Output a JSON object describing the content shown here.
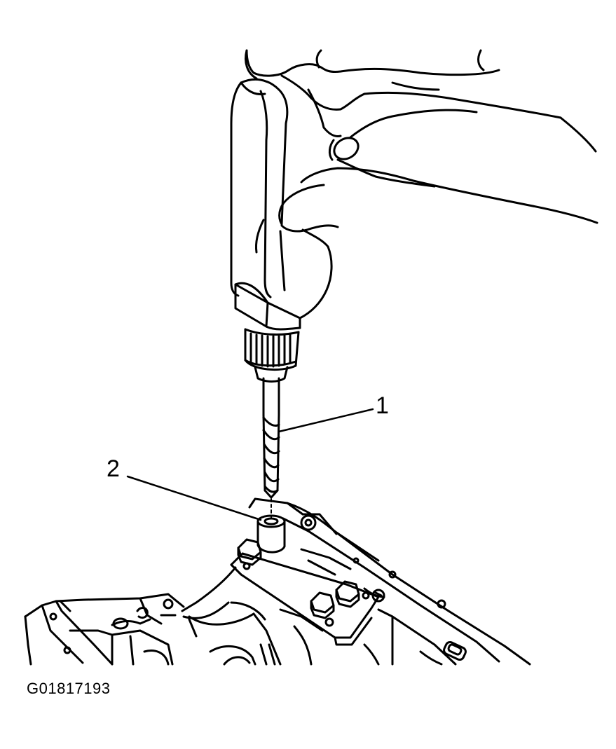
{
  "callouts": {
    "drill_bit": "1",
    "guide_bushing": "2"
  },
  "figure_code": "G01817193",
  "colors": {
    "line": "#000000",
    "background": "#ffffff"
  }
}
